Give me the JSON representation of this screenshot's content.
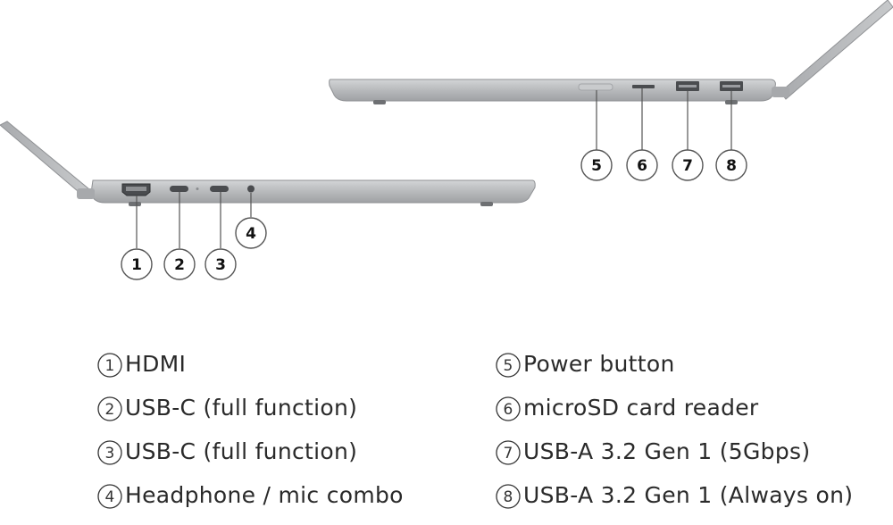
{
  "callouts": [
    {
      "number": "1",
      "label": "HDMI"
    },
    {
      "number": "2",
      "label": "USB-C (full function)"
    },
    {
      "number": "3",
      "label": "USB-C (full function)"
    },
    {
      "number": "4",
      "label": "Headphone / mic combo"
    },
    {
      "number": "5",
      "label": "Power button"
    },
    {
      "number": "6",
      "label": "microSD card reader"
    },
    {
      "number": "7",
      "label": "USB-A 3.2 Gen 1 (5Gbps)"
    },
    {
      "number": "8",
      "label": "USB-A 3.2 Gen 1 (Always on)"
    }
  ],
  "colors": {
    "chassis": "#b9bbbd",
    "chassis_edge": "#8f9194",
    "port": "#4a4c4f",
    "leader": "#555555"
  }
}
